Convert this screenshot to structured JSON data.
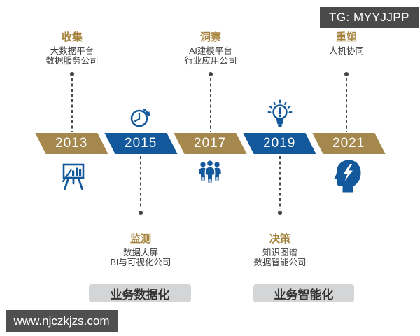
{
  "badges": {
    "tg": "TG: MYYJJPP",
    "site": "www.njczkjzs.com"
  },
  "timeline": {
    "years": [
      "2013",
      "2015",
      "2017",
      "2019",
      "2021"
    ]
  },
  "stages_top": [
    {
      "title": "收集",
      "lines": [
        "大数据平台",
        "数据服务公司"
      ]
    },
    {
      "title": "洞察",
      "lines": [
        "AI建模平台",
        "行业应用公司"
      ]
    },
    {
      "title": "重塑",
      "lines": [
        "人机协同"
      ]
    }
  ],
  "stages_bottom": [
    {
      "title": "监测",
      "lines": [
        "数据大屏",
        "BI与可视化公司"
      ]
    },
    {
      "title": "决策",
      "lines": [
        "知识图谱",
        "数据智能公司"
      ]
    }
  ],
  "phases": [
    "业务数据化",
    "业务智能化"
  ],
  "icons": {
    "above_2015": "clock-history-icon",
    "above_2019": "lightbulb-alert-icon",
    "below_2013": "presentation-chart-icon",
    "below_2017": "team-icon",
    "below_2021": "head-flash-icon"
  },
  "palette": {
    "gold_segment": "#a5884d",
    "blue_segment": "#12589a",
    "stage_title_gold": "#a5823c",
    "stage_text": "#3d3d3d",
    "icon_blue": "#12589a",
    "dash_gray": "#4a4a4a",
    "phase_bg": "#d3d5d7",
    "badge_bg": "#4a4a4a"
  }
}
